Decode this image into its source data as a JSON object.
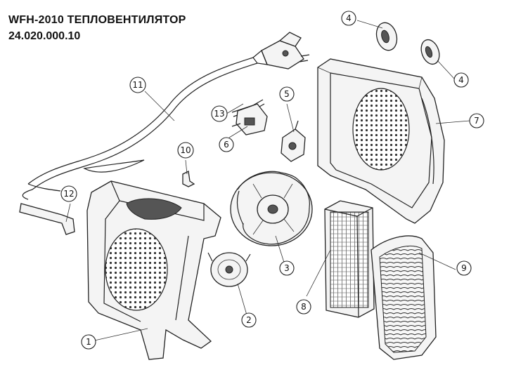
{
  "title": {
    "line1": "WFH-2010 ТЕПЛОВЕНТИЛЯТОР",
    "line2": "24.020.000.10"
  },
  "callouts": [
    {
      "id": "1",
      "label": "1"
    },
    {
      "id": "2",
      "label": "2"
    },
    {
      "id": "3",
      "label": "3"
    },
    {
      "id": "4a",
      "label": "4"
    },
    {
      "id": "4b",
      "label": "4"
    },
    {
      "id": "5",
      "label": "5"
    },
    {
      "id": "6",
      "label": "6"
    },
    {
      "id": "7",
      "label": "7"
    },
    {
      "id": "8",
      "label": "8"
    },
    {
      "id": "9",
      "label": "9"
    },
    {
      "id": "10",
      "label": "10"
    },
    {
      "id": "11",
      "label": "11"
    },
    {
      "id": "12",
      "label": "12"
    },
    {
      "id": "13",
      "label": "13"
    }
  ]
}
